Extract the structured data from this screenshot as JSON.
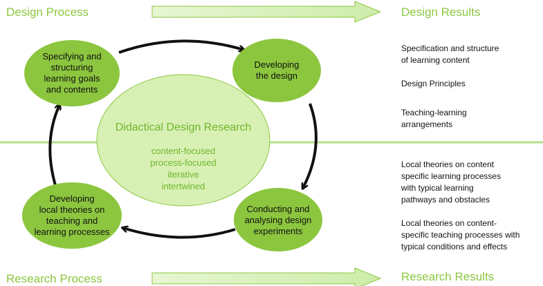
{
  "headings": {
    "design_process": "Design Process",
    "design_results": "Design Results",
    "research_process": "Research Process",
    "research_results": "Research Results"
  },
  "center": {
    "title": "Didactical Design Research",
    "items": [
      "content-focused",
      "process-focused",
      "iterative",
      "intertwined"
    ]
  },
  "phases": {
    "top_left": "Specifying and\nstructuring\nlearning goals\nand contents",
    "top_right": "Developing\nthe design",
    "bottom_right": "Conducting and\nanalysing design\nexperiments",
    "bottom_left": "Developing\nlocal theories on\nteaching and\nlearning processes"
  },
  "design_results": [
    "Specification and structure\nof learning content",
    "Design Principles",
    "Teaching-learning\narrangements"
  ],
  "research_results": [
    "Local theories on content\nspecific learning processes\nwith typical learning\npathways and obstacles",
    "Local theories on content-\nspecific teaching processes with\ntypical conditions and effects"
  ],
  "colors": {
    "green": "#8cc63f",
    "light_green": "#d8f0b4",
    "line": "#b3e08a"
  }
}
